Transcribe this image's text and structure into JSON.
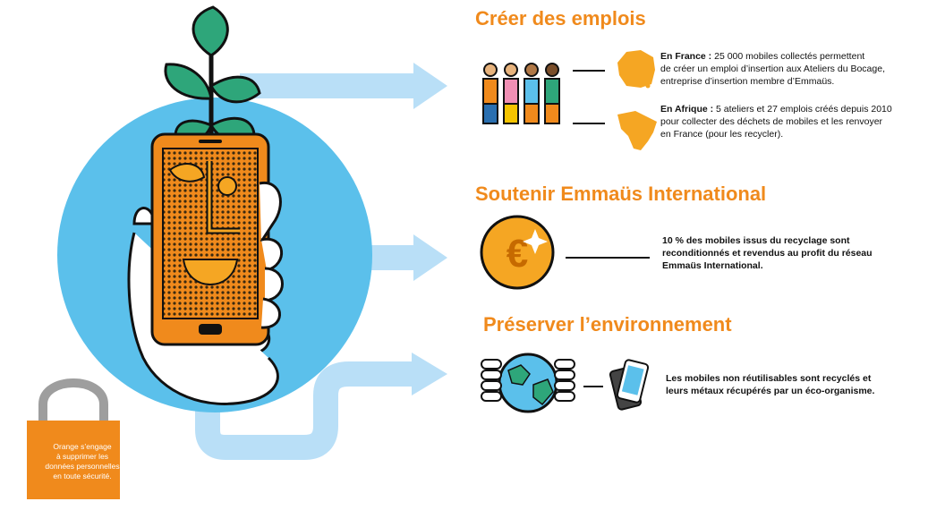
{
  "sections": {
    "jobs": {
      "title": "Créer des emplois",
      "france_label": "En France :",
      "france_text_1": " 25 000 mobiles collectés permettent",
      "france_text_2": "de créer un emploi d’insertion aux Ateliers du Bocage,",
      "france_text_3": "entreprise d’insertion membre d’Emmaüs.",
      "africa_label": "En Afrique :",
      "africa_text_1": " 5 ateliers et 27 emplois créés depuis 2010",
      "africa_text_2": "pour collecter des déchets de mobiles et les renvoyer",
      "africa_text_3": "en France (pour les recycler)."
    },
    "emmaus": {
      "title": "Soutenir Emmaüs International",
      "text_1": "10 % des mobiles issus du recyclage sont",
      "text_2": "reconditionnés et revendus au profit du réseau",
      "text_3": "Emmaüs International."
    },
    "environment": {
      "title": "Préserver l’environnement",
      "text_1": "Les mobiles non réutilisables sont recyclés et",
      "text_2": "leurs métaux récupérés par un éco-organisme."
    }
  },
  "lock": {
    "line_1": "Orange s’engage",
    "line_2": "à supprimer les",
    "line_3": "données personnelles",
    "line_4": "en toute sécurité."
  },
  "icons": {
    "people": "people-group-icon",
    "france": "france-map-icon",
    "africa": "africa-map-icon",
    "coin": "euro-coin-icon",
    "globe": "globe-in-hands-icon",
    "recycle_phones": "phones-icon",
    "lock": "padlock-icon",
    "hand_phone": "hand-holding-phone-icon",
    "plant": "sprout-icon"
  },
  "colors": {
    "orange": "#f08a1c",
    "light_blue": "#5bc0eb",
    "arrow_blue": "#b9dff7",
    "green": "#2ea67a",
    "coin": "#f5a623"
  }
}
